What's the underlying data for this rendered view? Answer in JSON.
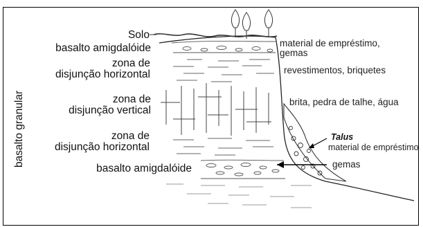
{
  "diagram": {
    "vertical_label": "basalto granular",
    "layers_left": {
      "solo": "Solo",
      "amig_top": "basalto amigdalóide",
      "hor1_a": "zona de",
      "hor1_b": "disjunção horizontal",
      "vert_a": "zona de",
      "vert_b": "disjunção vertical",
      "hor2_a": "zona de",
      "hor2_b": "disjunção horizontal",
      "amig_bottom": "basalto amigdalóide"
    },
    "uses_right": {
      "emprestimo_a": "material de empréstimo,",
      "emprestimo_b": "gemas",
      "revestimentos": "revestimentos, briquetes",
      "brita": "brita, pedra de talhe, água",
      "talus": "Talus",
      "talus_material": "material de empréstimo",
      "gemas": "gemas"
    }
  }
}
